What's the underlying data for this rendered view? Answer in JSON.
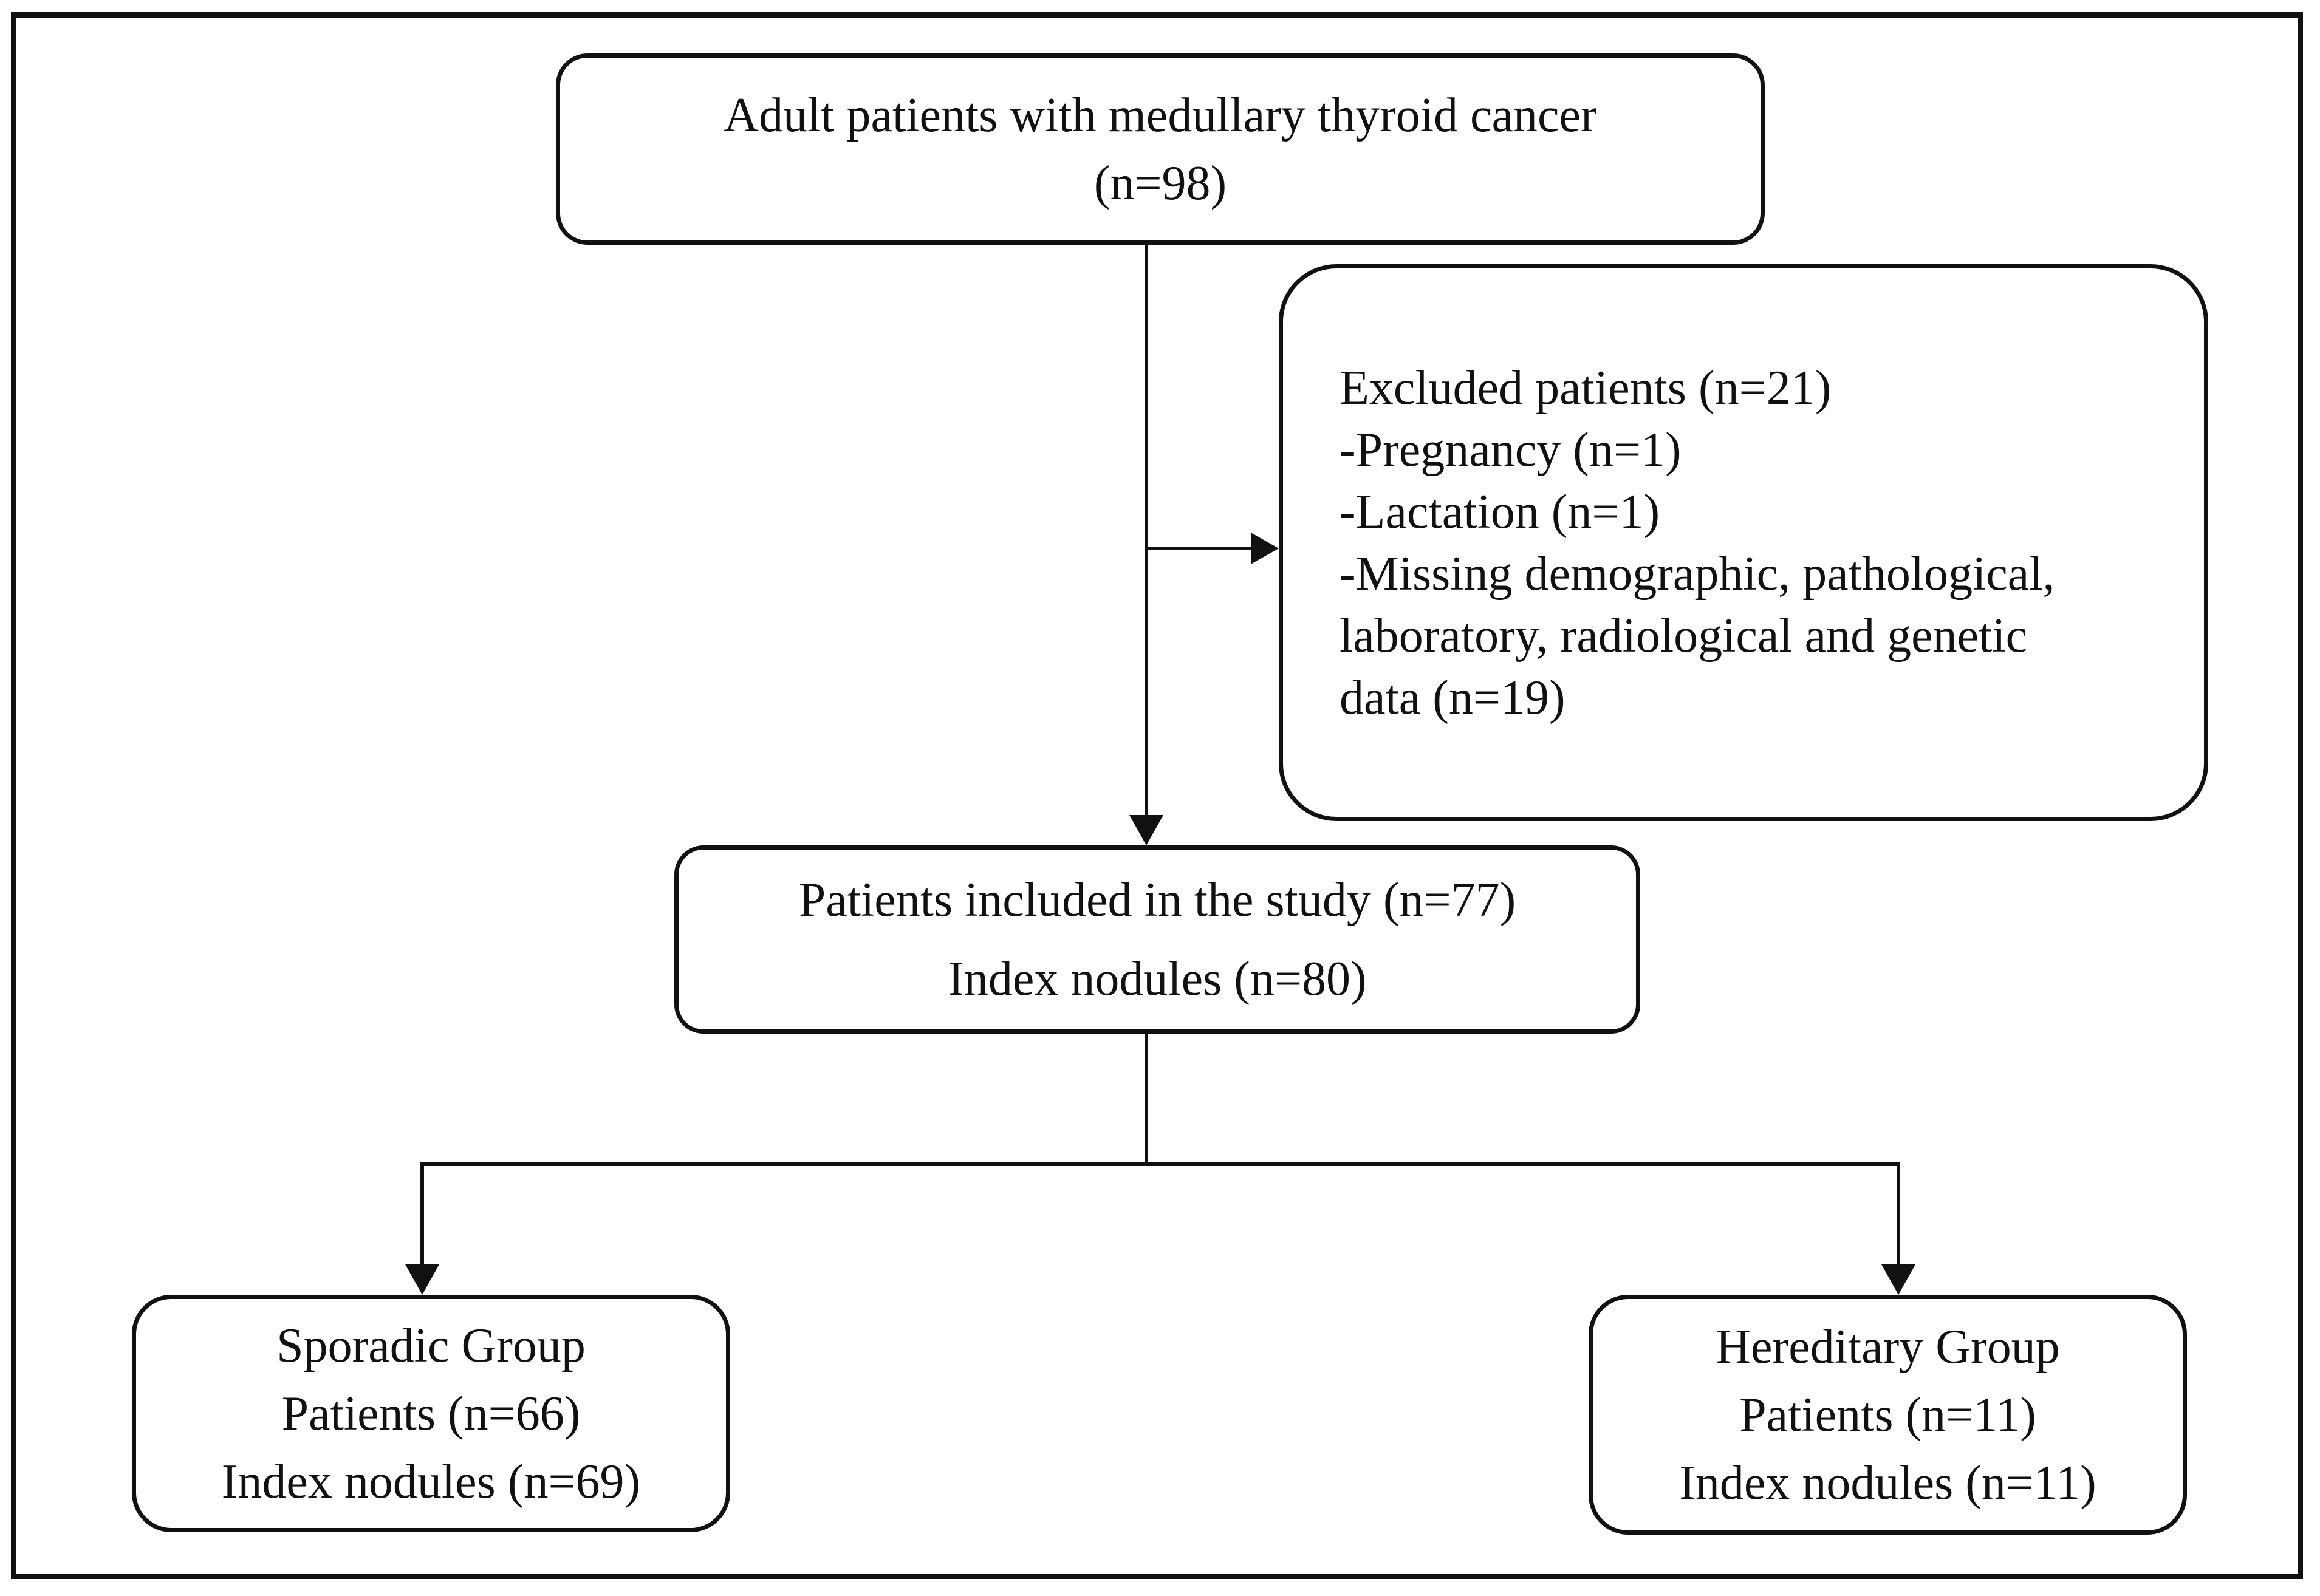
{
  "figure": {
    "type": "flowchart",
    "colors": {
      "line": "#111111",
      "text": "#111111",
      "background": "#ffffff"
    },
    "boxes": {
      "source": {
        "lines": [
          "Adult patients with medullary thyroid cancer",
          "(n=98)"
        ]
      },
      "excluded": {
        "lines": [
          "Excluded patients (n=21)",
          "-Pregnancy (n=1)",
          "-Lactation (n=1)",
          "-Missing demographic, pathological,",
          "laboratory, radiological and genetic",
          "data (n=19)"
        ]
      },
      "included": {
        "lines": [
          "Patients included in the study (n=77)",
          "Index nodules (n=80)"
        ]
      },
      "sporadic": {
        "lines": [
          "Sporadic Group",
          "Patients (n=66)",
          "Index nodules (n=69)"
        ]
      },
      "hereditary": {
        "lines": [
          "Hereditary Group",
          "Patients (n=11)",
          "Index nodules (n=11)"
        ]
      }
    }
  }
}
